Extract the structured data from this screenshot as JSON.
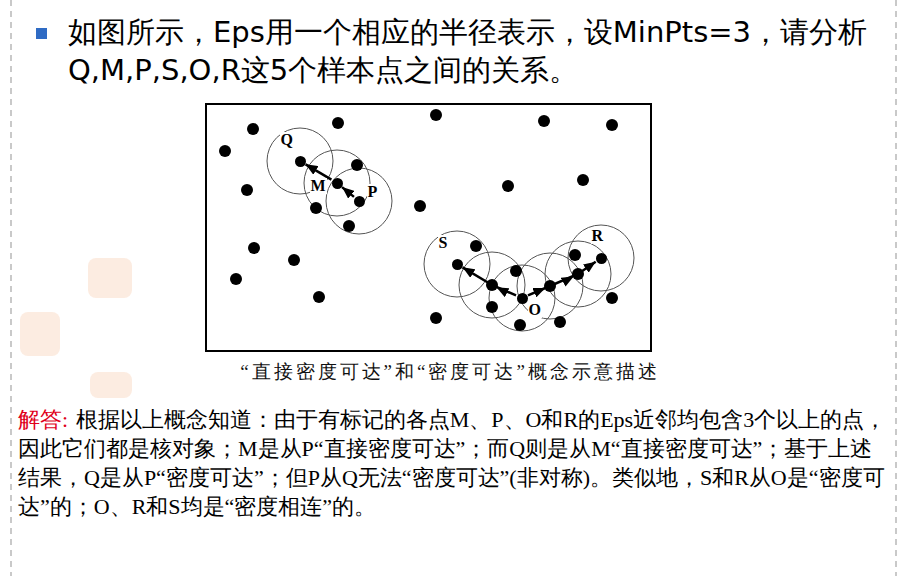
{
  "diagram": {
    "title": "如图所示，Eps用一个相应的半径表示，设MinPts=3，请分析Q,M,P,S,O,R这5个样本点之间的关系。",
    "caption": "“直接密度可达”和“密度可达”概念示意描述",
    "nodes": [
      {
        "text": [
          "Q"
        ]
      },
      {
        "text": [
          "M"
        ]
      },
      {
        "text": [
          "P"
        ]
      },
      {
        "text": [
          "S"
        ]
      },
      {
        "text": [
          "O"
        ]
      },
      {
        "text": [
          "R"
        ]
      }
    ],
    "edges": [
      {
        "from": 1,
        "to": 0,
        "arrow": "to"
      },
      {
        "from": 2,
        "to": 1,
        "arrow": "to"
      },
      {
        "from": 4,
        "to": 3,
        "arrow": "to"
      },
      {
        "from": 4,
        "to": 5,
        "arrow": "to"
      }
    ],
    "labels": [
      "解答:",
      "根据以上概念知道：由于有标记的各点M、P、O和R的Eps近邻均包含3个以上的点，因此它们都是核对象；M是从P“直接密度可达”；而Q则是从M“直接密度可达”；基于上述结果，Q是从P“密度可达”；但P从Q无法“密度可达”(非对称)。类似地，S和R从O是“密度可达”的；O、R和S均是“密度相连”的。"
    ]
  }
}
